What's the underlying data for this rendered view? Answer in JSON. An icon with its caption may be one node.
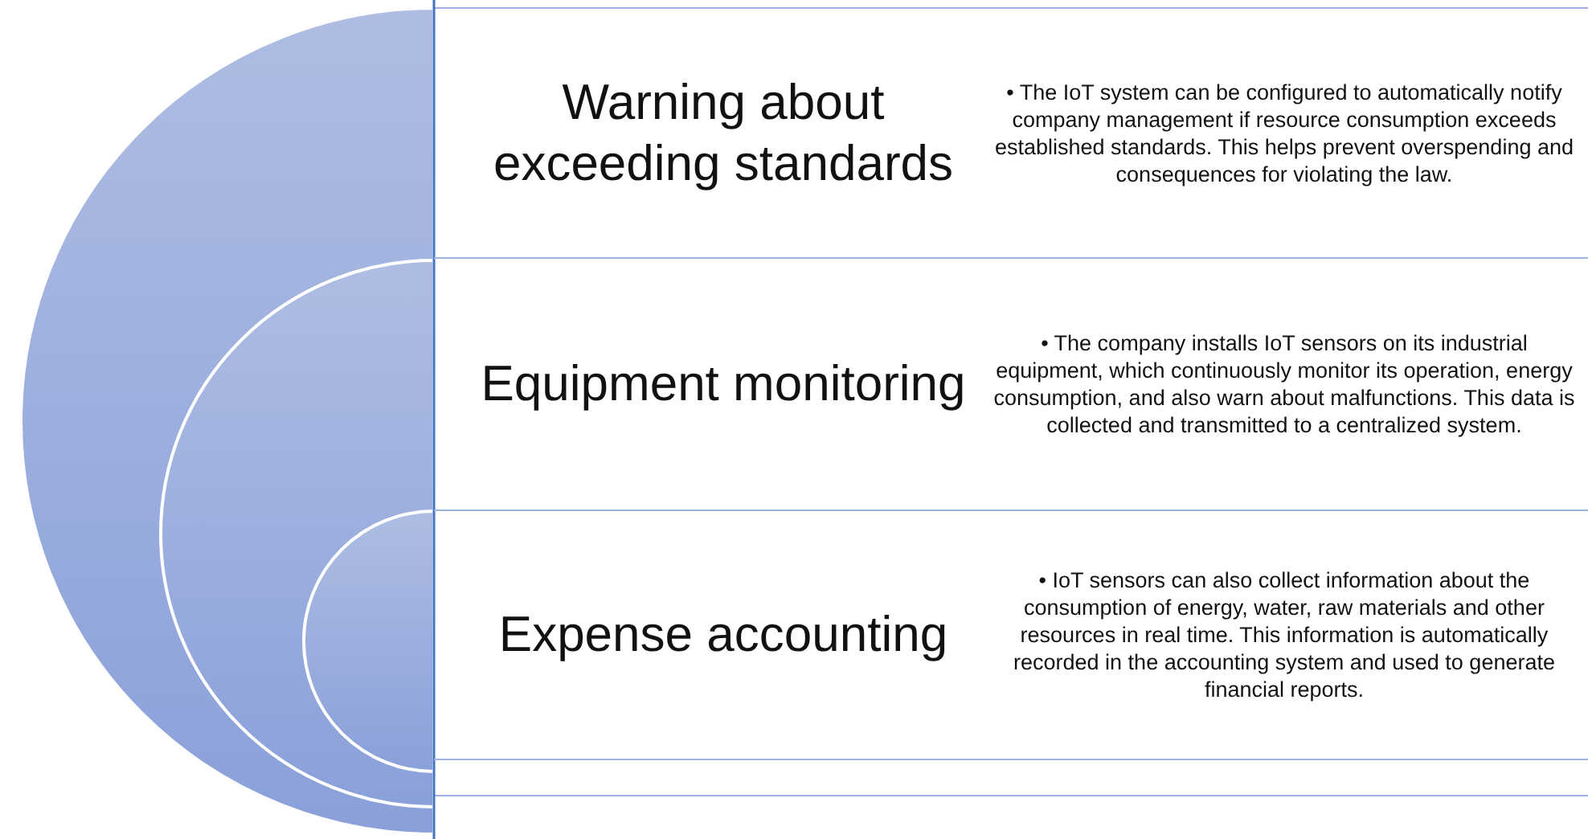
{
  "diagram": {
    "nodes": [
      {
        "text": [
          "Warning about exceeding standards",
          "• The IoT system can be configured to automatically notify company management if resource consumption exceeds established standards. This helps prevent overspending and consequences for violating the law."
        ]
      },
      {
        "text": [
          "Equipment monitoring",
          "• The company installs IoT sensors on its industrial equipment, which continuously monitor its operation, energy consumption, and also warn about malfunctions. This data is collected and transmitted to a centralized system."
        ]
      },
      {
        "text": [
          "Expense accounting",
          "• IoT sensors can also collect information about the consumption of energy, water, raw materials and other resources in real time. This information is automatically recorded in the accounting system and used to generate financial reports."
        ]
      }
    ]
  }
}
